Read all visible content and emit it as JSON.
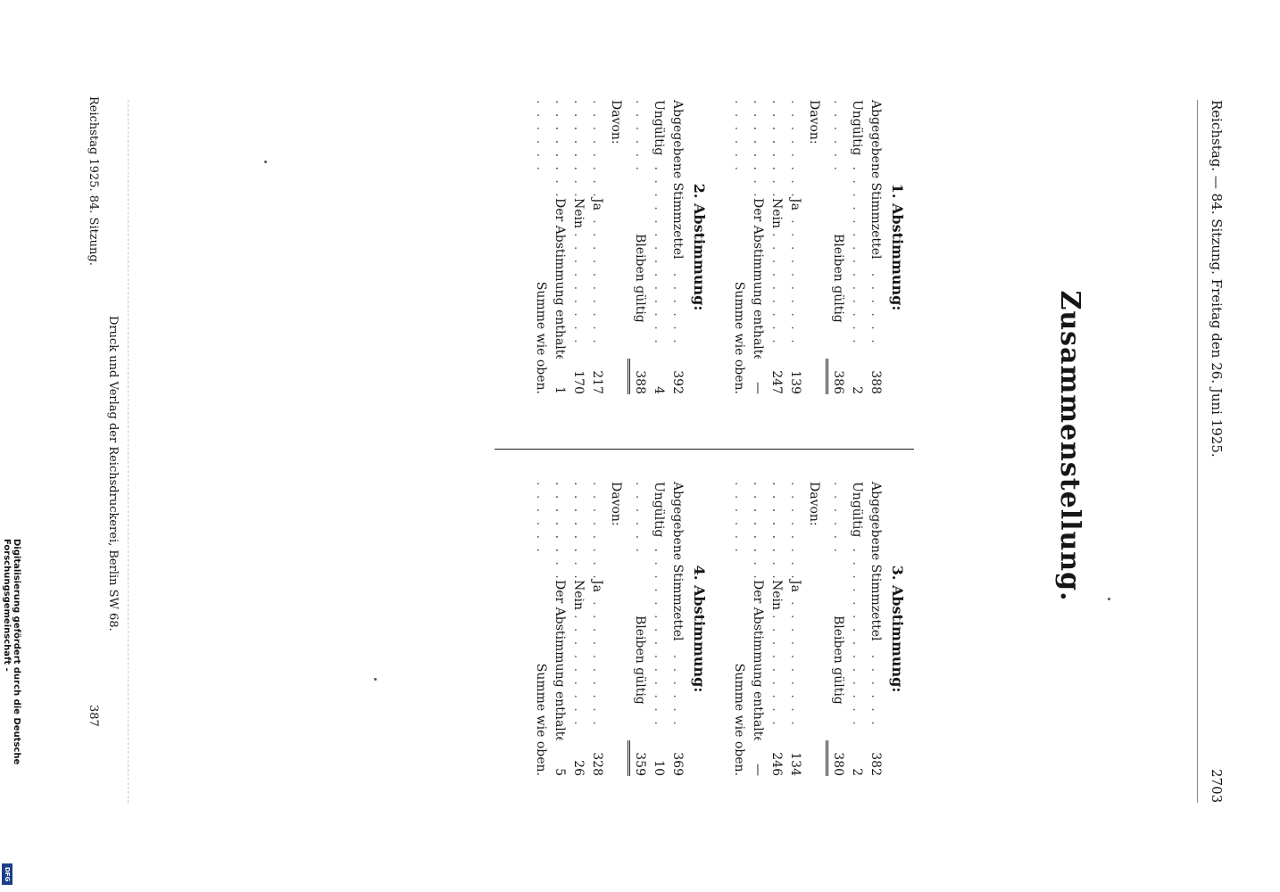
{
  "header": {
    "left": "Reichstag. — 84. Sitzung. Freitag den 26. Juni 1925.",
    "page_number": "2703"
  },
  "title": "Zusammenstellung.",
  "votes": [
    {
      "heading": "1. Abstimmung:",
      "abgegebene_label": "Abgegebene Stimmzettel",
      "abgegebene_value": "388",
      "ungueltig_label": "Ungültig",
      "ungueltig_value": "2",
      "gueltig_label": "Bleiben gültig",
      "gueltig_value": "386",
      "davon_label": "Davon:",
      "ja_label": "Ja",
      "ja_value": "139",
      "nein_label": "Nein",
      "nein_value": "247",
      "enthalten_label": "Der Abstimmung enthalten",
      "enthalten_value": "—",
      "summe_label": "Summe wie oben."
    },
    {
      "heading": "2. Abstimmung:",
      "abgegebene_label": "Abgegebene Stimmzettel",
      "abgegebene_value": "392",
      "ungueltig_label": "Ungültig",
      "ungueltig_value": "4",
      "gueltig_label": "Bleiben gültig",
      "gueltig_value": "388",
      "davon_label": "Davon:",
      "ja_label": "Ja",
      "ja_value": "217",
      "nein_label": "Nein",
      "nein_value": "170",
      "enthalten_label": "Der Abstimmung enthalten",
      "enthalten_value": "1",
      "summe_label": "Summe wie oben."
    },
    {
      "heading": "3. Abstimmung:",
      "abgegebene_label": "Abgegebene Stimmzettel",
      "abgegebene_value": "382",
      "ungueltig_label": "Ungültig",
      "ungueltig_value": "2",
      "gueltig_label": "Bleiben gültig",
      "gueltig_value": "380",
      "davon_label": "Davon:",
      "ja_label": "Ja",
      "ja_value": "134",
      "nein_label": "Nein",
      "nein_value": "246",
      "enthalten_label": "Der Abstimmung enthalten",
      "enthalten_value": "—",
      "summe_label": "Summe wie oben."
    },
    {
      "heading": "4. Abstimmung:",
      "abgegebene_label": "Abgegebene Stimmzettel",
      "abgegebene_value": "369",
      "ungueltig_label": "Ungültig",
      "ungueltig_value": "10",
      "gueltig_label": "Bleiben gültig",
      "gueltig_value": "359",
      "davon_label": "Davon:",
      "ja_label": "Ja",
      "ja_value": "328",
      "nein_label": "Nein",
      "nein_value": "26",
      "enthalten_label": "Der Abstimmung enthalten",
      "enthalten_value": "5",
      "summe_label": "Summe wie oben."
    }
  ],
  "footer": {
    "left": "Reichstag 1925. 84. Sitzung.",
    "center": "Druck und Verlag der Reichsdruckerei, Berlin SW 68.",
    "right": "387"
  },
  "credit": "Digitalisierung gefördert durch die Deutsche Forschungsgemeinschaft -",
  "logo_text": "DFG"
}
